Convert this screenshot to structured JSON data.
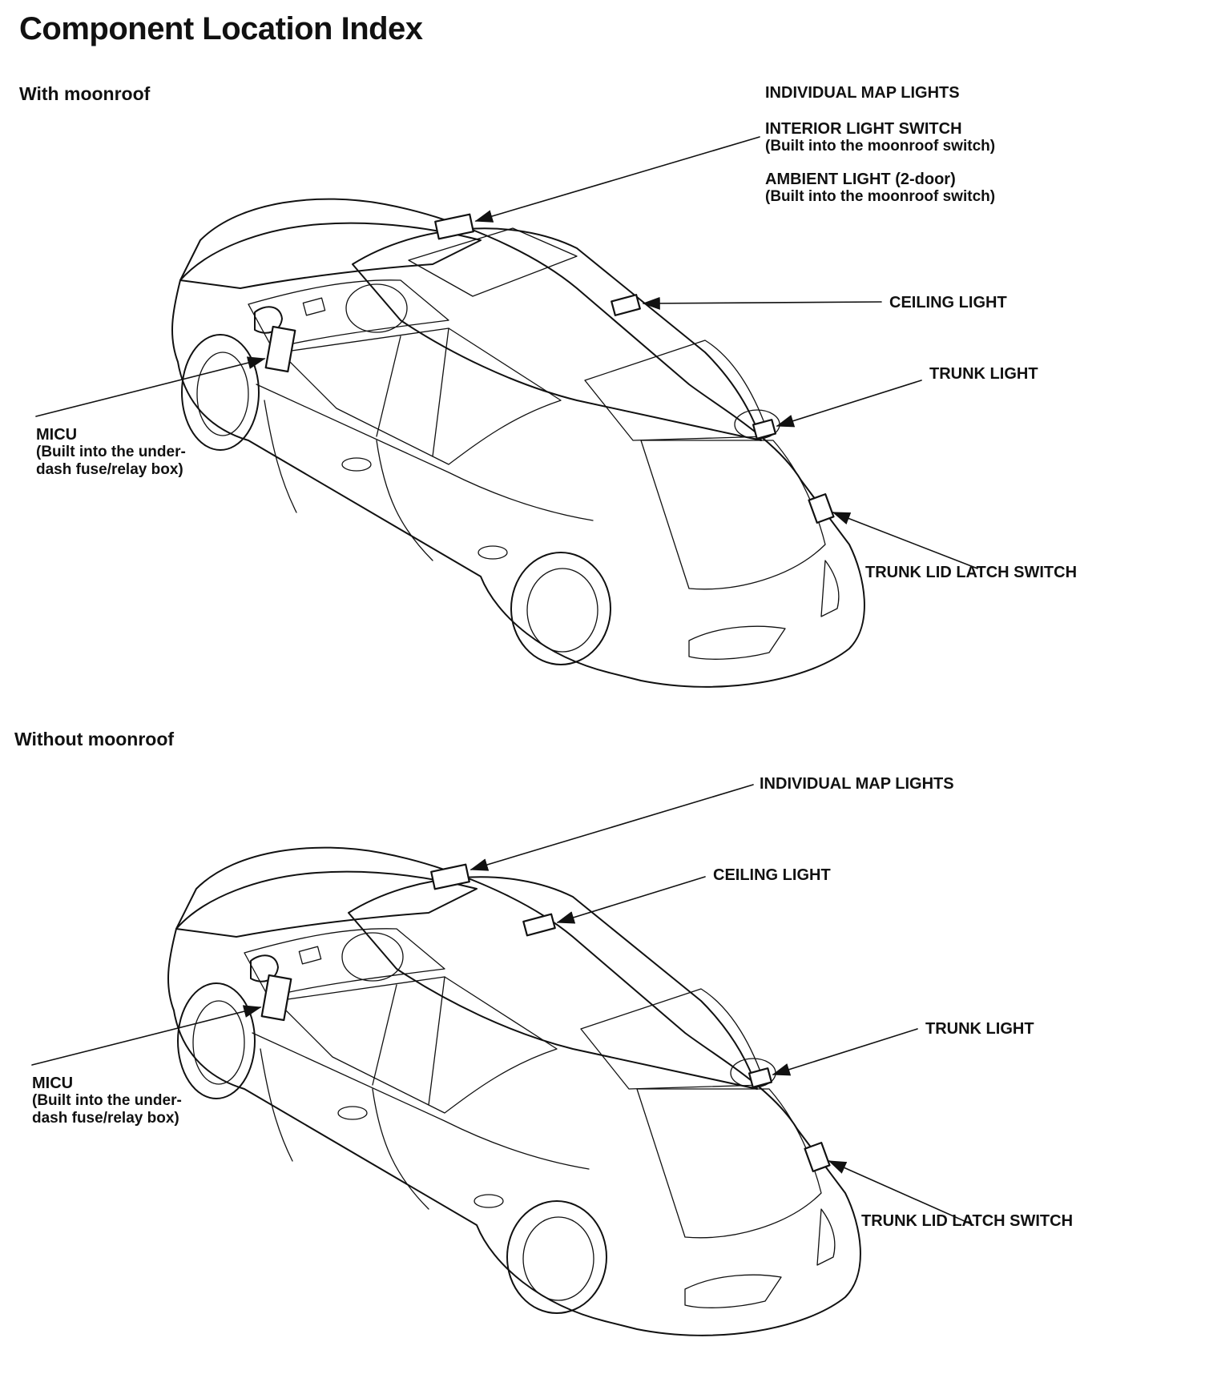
{
  "page": {
    "title": "Component Location Index"
  },
  "sections": [
    {
      "title": "With moonroof",
      "labels": {
        "individual_map_lights": "INDIVIDUAL MAP LIGHTS",
        "interior_light_switch": "INTERIOR LIGHT SWITCH",
        "interior_light_switch_note": "(Built into the moonroof switch)",
        "ambient_light": "AMBIENT LIGHT (2-door)",
        "ambient_light_note": "(Built into the moonroof switch)",
        "ceiling_light": "CEILING LIGHT",
        "trunk_light": "TRUNK LIGHT",
        "micu": "MICU",
        "micu_note_1": "(Built into the under-",
        "micu_note_2": "dash fuse/relay box)",
        "trunk_lid_latch_switch": "TRUNK LID LATCH SWITCH"
      }
    },
    {
      "title": "Without moonroof",
      "labels": {
        "individual_map_lights": "INDIVIDUAL MAP LIGHTS",
        "ceiling_light": "CEILING LIGHT",
        "trunk_light": "TRUNK LIGHT",
        "micu": "MICU",
        "micu_note_1": "(Built into the under-",
        "micu_note_2": "dash fuse/relay box)",
        "trunk_lid_latch_switch": "TRUNK LID LATCH SWITCH"
      }
    }
  ]
}
